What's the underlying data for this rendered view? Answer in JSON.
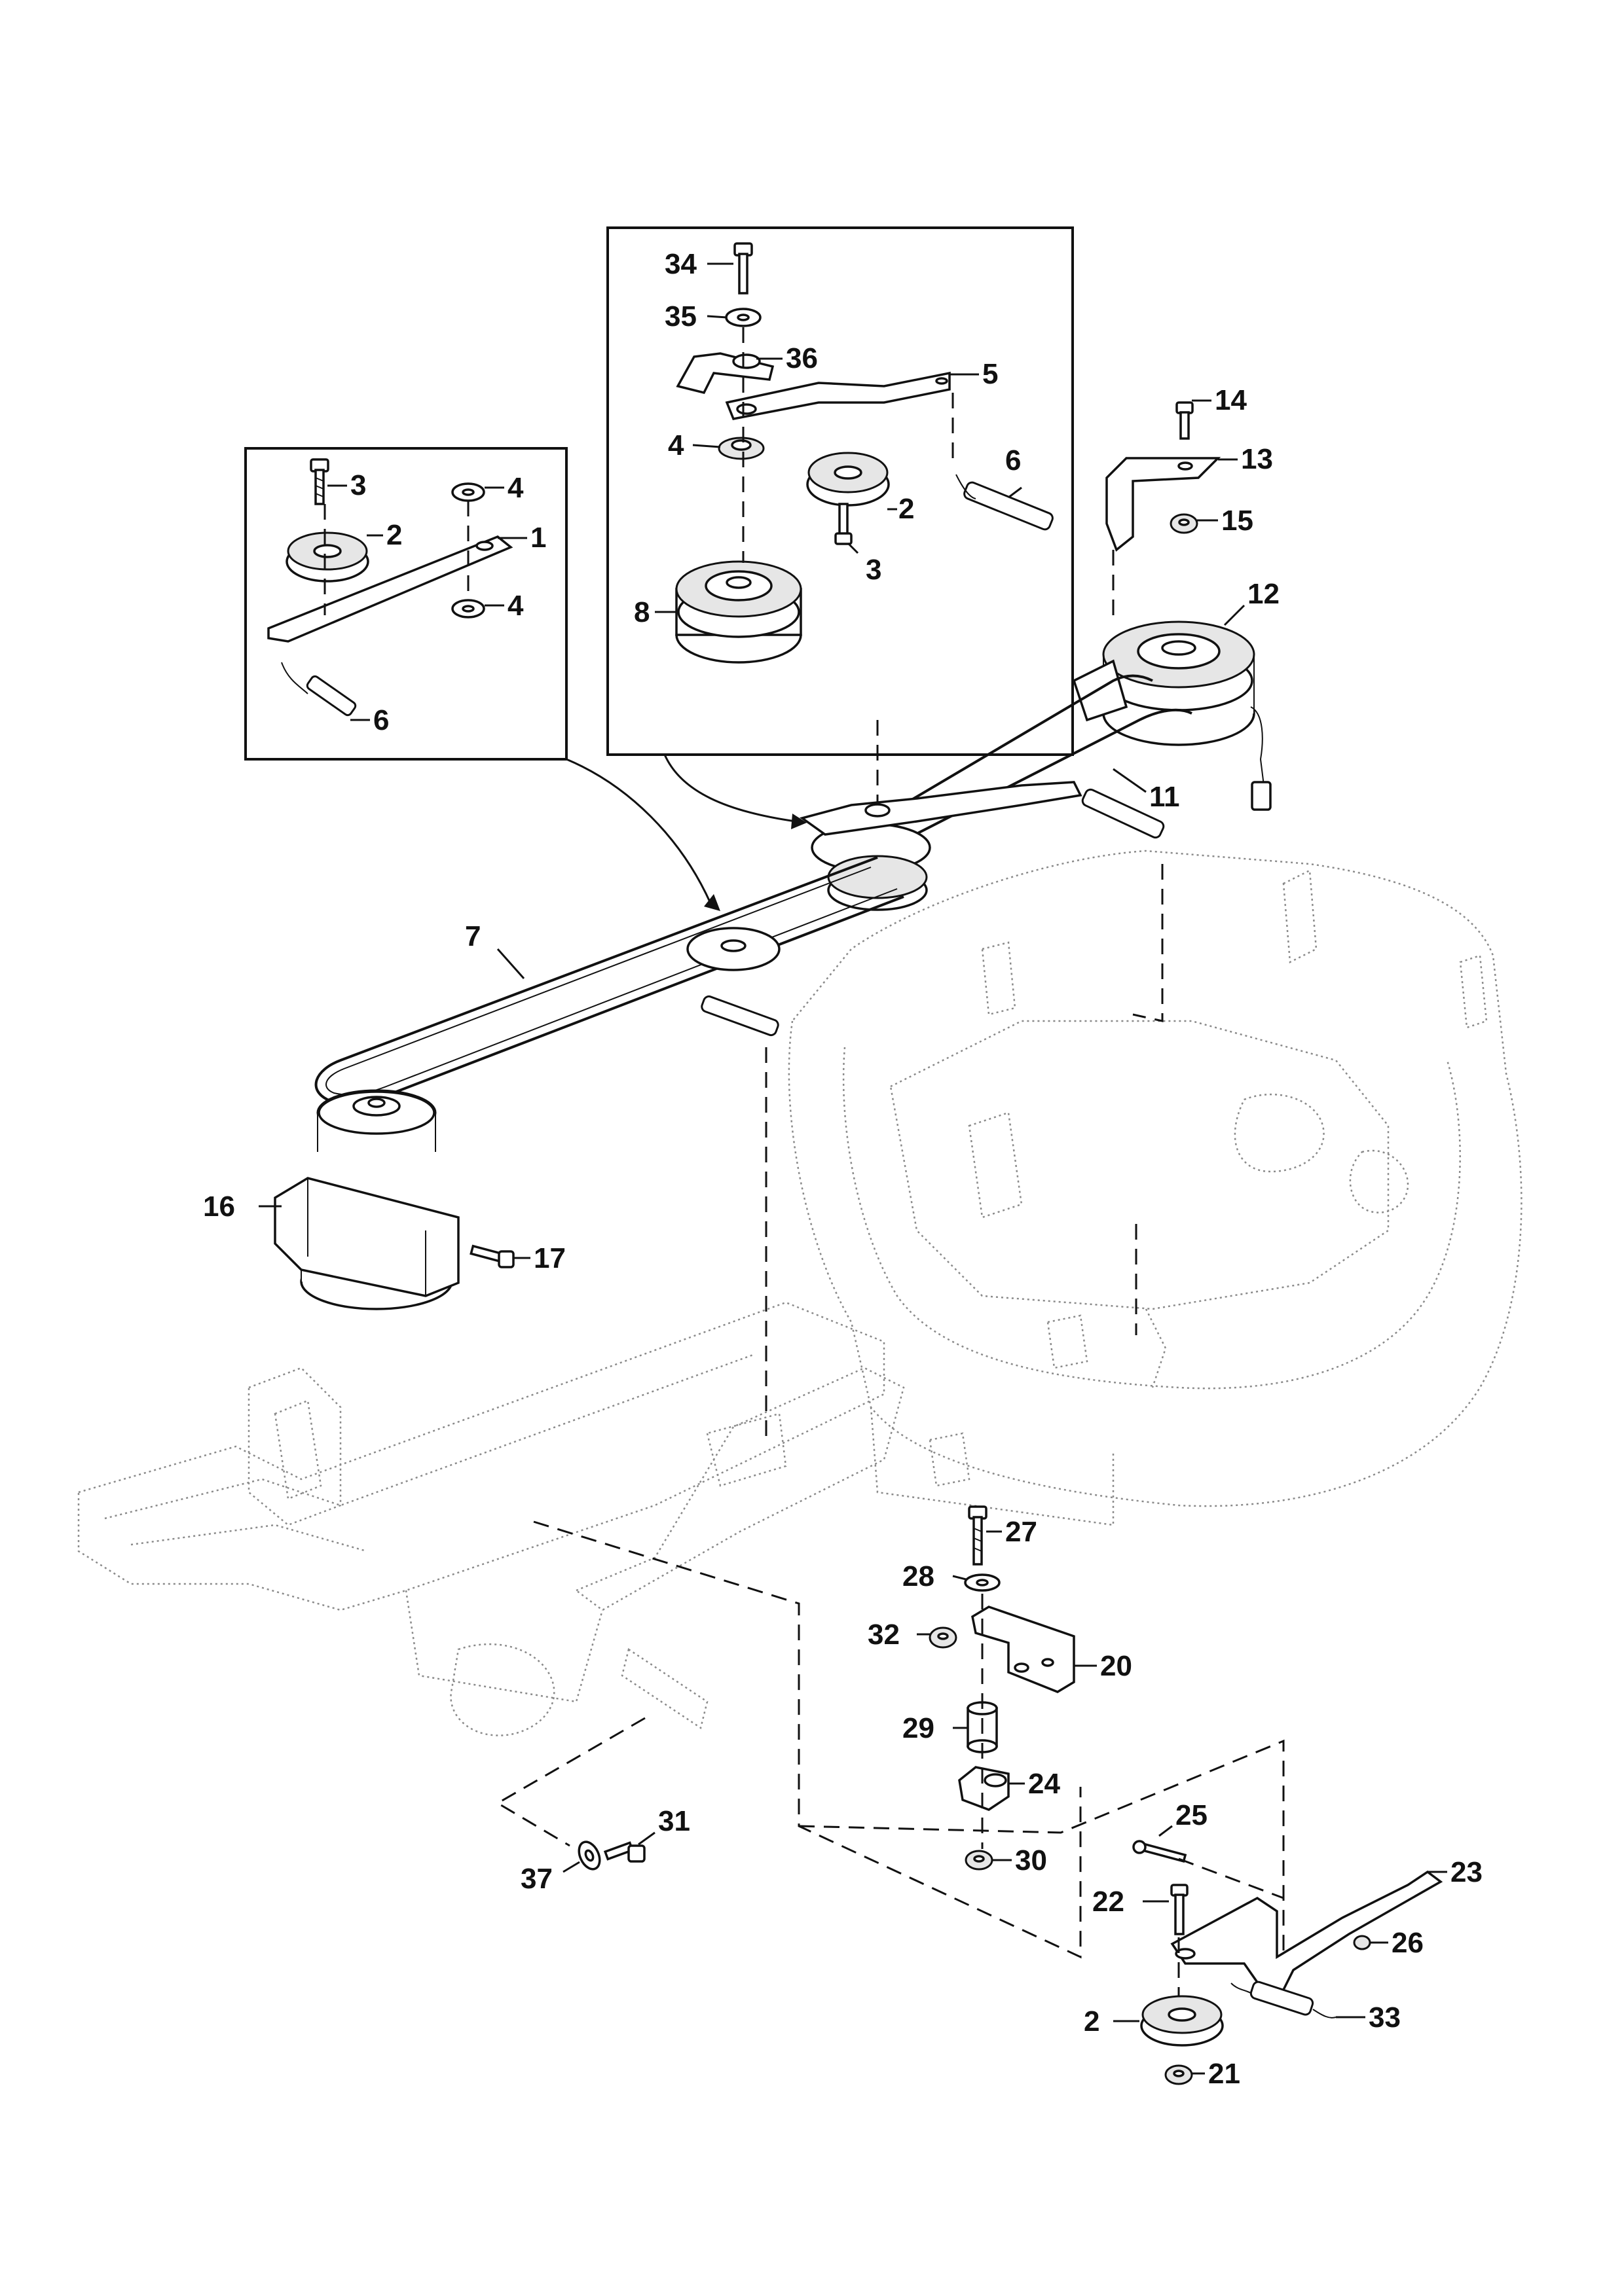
{
  "callouts": [
    {
      "id": "c34",
      "label": "34"
    },
    {
      "id": "c35",
      "label": "35"
    },
    {
      "id": "c36",
      "label": "36"
    },
    {
      "id": "c5",
      "label": "5"
    },
    {
      "id": "c4a",
      "label": "4"
    },
    {
      "id": "c6a",
      "label": "6"
    },
    {
      "id": "c2a",
      "label": "2"
    },
    {
      "id": "c3a",
      "label": "3"
    },
    {
      "id": "c8",
      "label": "8"
    },
    {
      "id": "c3b",
      "label": "3"
    },
    {
      "id": "c4b",
      "label": "4"
    },
    {
      "id": "c2b",
      "label": "2"
    },
    {
      "id": "c1",
      "label": "1"
    },
    {
      "id": "c4c",
      "label": "4"
    },
    {
      "id": "c6b",
      "label": "6"
    },
    {
      "id": "c14",
      "label": "14"
    },
    {
      "id": "c13",
      "label": "13"
    },
    {
      "id": "c15",
      "label": "15"
    },
    {
      "id": "c12",
      "label": "12"
    },
    {
      "id": "c11",
      "label": "11"
    },
    {
      "id": "c7",
      "label": "7"
    },
    {
      "id": "c16",
      "label": "16"
    },
    {
      "id": "c17",
      "label": "17"
    },
    {
      "id": "c27",
      "label": "27"
    },
    {
      "id": "c28",
      "label": "28"
    },
    {
      "id": "c32",
      "label": "32"
    },
    {
      "id": "c20",
      "label": "20"
    },
    {
      "id": "c29",
      "label": "29"
    },
    {
      "id": "c24",
      "label": "24"
    },
    {
      "id": "c30",
      "label": "30"
    },
    {
      "id": "c31",
      "label": "31"
    },
    {
      "id": "c37",
      "label": "37"
    },
    {
      "id": "c25",
      "label": "25"
    },
    {
      "id": "c23",
      "label": "23"
    },
    {
      "id": "c22",
      "label": "22"
    },
    {
      "id": "c26",
      "label": "26"
    },
    {
      "id": "c2c",
      "label": "2"
    },
    {
      "id": "c33",
      "label": "33"
    },
    {
      "id": "c21",
      "label": "21"
    }
  ]
}
